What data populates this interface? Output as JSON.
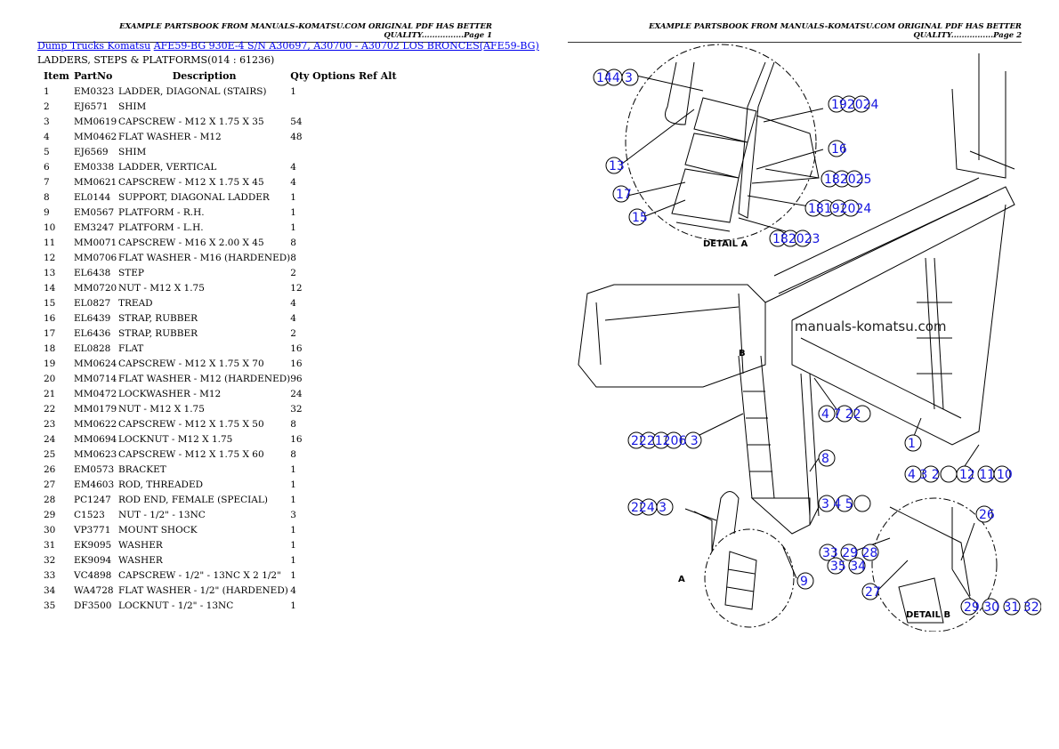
{
  "page1_header": "EXAMPLE PARTSBOOK FROM MANUALS-KOMATSU.COM ORIGINAL PDF HAS BETTER QUALITY................Page 1",
  "page2_header": "EXAMPLE PARTSBOOK FROM MANUALS-KOMATSU.COM ORIGINAL PDF HAS BETTER QUALITY................Page 2",
  "breadcrumb": {
    "category": "Dump Trucks Komatsu",
    "model": "AFE59-BG 930E-4 S/N A30697, A30700 - A30702 LOS BRONCES(AFE59-BG)"
  },
  "section_title": "LADDERS, STEPS & PLATFORMS(014 : 61236)",
  "table": {
    "headers": {
      "item": "Item",
      "partno": "PartNo",
      "description": "Description",
      "qty_options": "Qty Options Ref Alt"
    },
    "rows": [
      [
        "1",
        "EM0323",
        "LADDER, DIAGONAL (STAIRS)",
        "1"
      ],
      [
        "2",
        "EJ6571",
        "SHIM",
        ""
      ],
      [
        "3",
        "MM0619",
        "CAPSCREW - M12 X 1.75 X 35",
        "54"
      ],
      [
        "4",
        "MM0462",
        "FLAT WASHER - M12",
        "48"
      ],
      [
        "5",
        "EJ6569",
        "SHIM",
        ""
      ],
      [
        "6",
        "EM0338",
        "LADDER, VERTICAL",
        "4"
      ],
      [
        "7",
        "MM0621",
        "CAPSCREW - M12 X 1.75 X 45",
        "4"
      ],
      [
        "8",
        "EL0144",
        "SUPPORT, DIAGONAL LADDER",
        "1"
      ],
      [
        "9",
        "EM0567",
        "PLATFORM - R.H.",
        "1"
      ],
      [
        "10",
        "EM3247",
        "PLATFORM - L.H.",
        "1"
      ],
      [
        "11",
        "MM0071",
        "CAPSCREW - M16 X 2.00 X 45",
        "8"
      ],
      [
        "12",
        "MM0706",
        "FLAT WASHER - M16 (HARDENED)",
        "8"
      ],
      [
        "13",
        "EL6438",
        "STEP",
        "2"
      ],
      [
        "14",
        "MM0720",
        "NUT - M12 X 1.75",
        "12"
      ],
      [
        "15",
        "EL0827",
        "TREAD",
        "4"
      ],
      [
        "16",
        "EL6439",
        "STRAP, RUBBER",
        "4"
      ],
      [
        "17",
        "EL6436",
        "STRAP, RUBBER",
        "2"
      ],
      [
        "18",
        "EL0828",
        "FLAT",
        "16"
      ],
      [
        "19",
        "MM0624",
        "CAPSCREW - M12 X 1.75 X 70",
        "16"
      ],
      [
        "20",
        "MM0714",
        "FLAT WASHER - M12 (HARDENED)",
        "96"
      ],
      [
        "21",
        "MM0472",
        "LOCKWASHER - M12",
        "24"
      ],
      [
        "22",
        "MM0179",
        "NUT - M12 X 1.75",
        "32"
      ],
      [
        "23",
        "MM0622",
        "CAPSCREW - M12 X 1.75 X 50",
        "8"
      ],
      [
        "24",
        "MM0694",
        "LOCKNUT - M12 X 1.75",
        "16"
      ],
      [
        "25",
        "MM0623",
        "CAPSCREW - M12 X 1.75 X 60",
        "8"
      ],
      [
        "26",
        "EM0573",
        "BRACKET",
        "1"
      ],
      [
        "27",
        "EM4603",
        "ROD, THREADED",
        "1"
      ],
      [
        "28",
        "PC1247",
        "ROD END, FEMALE (SPECIAL)",
        "1"
      ],
      [
        "29",
        "C1523",
        "NUT - 1/2\" - 13NC",
        "3"
      ],
      [
        "30",
        "VP3771",
        "MOUNT SHOCK",
        "1"
      ],
      [
        "31",
        "EK9095",
        "WASHER",
        "1"
      ],
      [
        "32",
        "EK9094",
        "WASHER",
        "1"
      ],
      [
        "33",
        "VC4898",
        "CAPSCREW - 1/2\" - 13NC X 2 1/2\"",
        "1"
      ],
      [
        "34",
        "WA4728",
        "FLAT WASHER - 1/2\" (HARDENED)",
        "4"
      ],
      [
        "35",
        "DF3500",
        "LOCKNUT - 1/2\" - 13NC",
        "1"
      ]
    ]
  },
  "diagram": {
    "watermark": "manuals-komatsu.com",
    "detail_a": "DETAIL A",
    "detail_b": "DETAIL B",
    "view_a": "A",
    "view_b": "B",
    "callouts": [
      "144",
      "3",
      "192024",
      "16",
      "182025",
      "18192024",
      "182023",
      "13",
      "17",
      "15",
      "4 7 22",
      "2221206 3",
      "1",
      "8",
      "4 3 2",
      "12 11",
      "10",
      "224 3",
      "3 4 5",
      "9",
      "33 29 28",
      "35 34",
      "27",
      "26",
      "29 30 31 32"
    ],
    "callout_color": "#1515e0"
  }
}
